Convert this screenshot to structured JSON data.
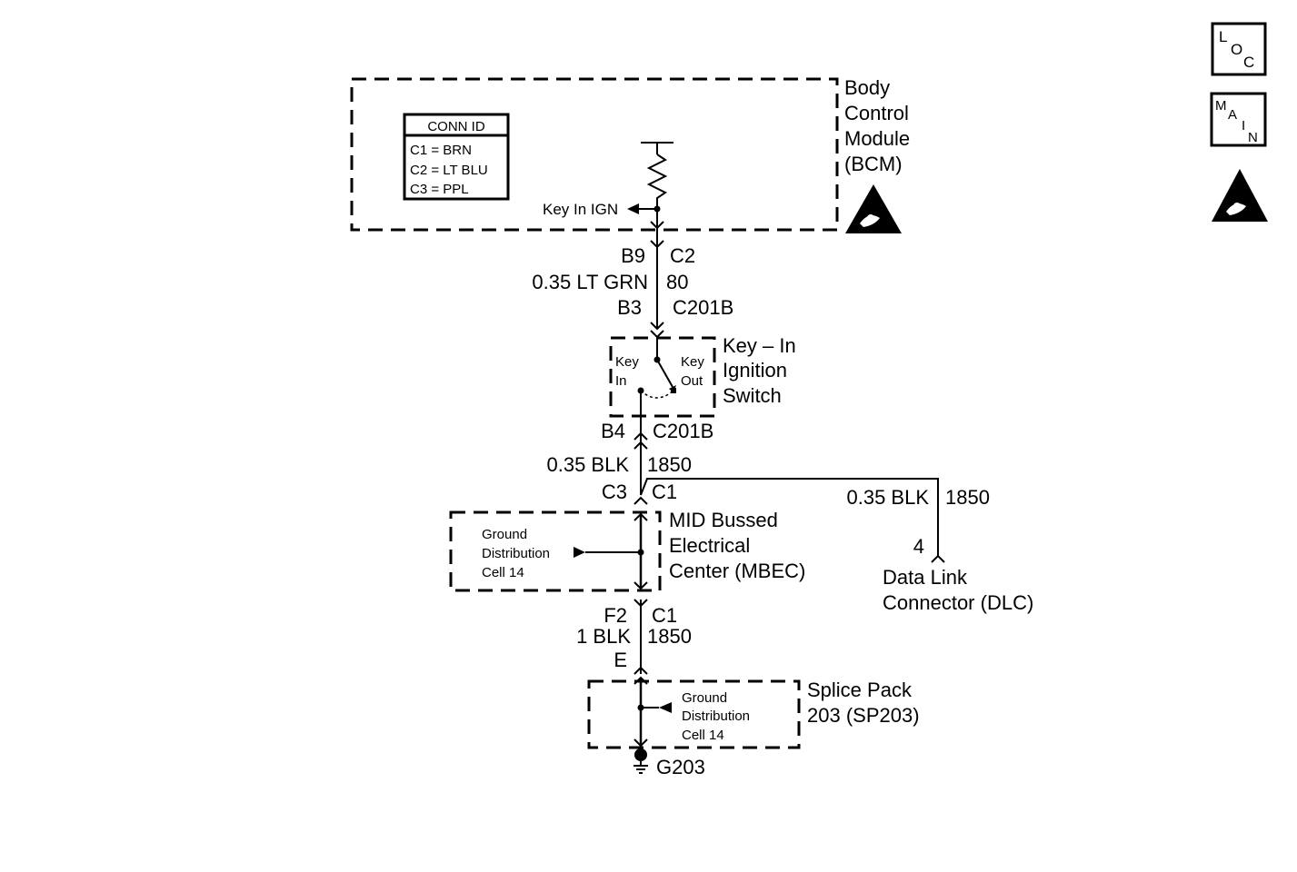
{
  "bcm": {
    "name_lines": [
      "Body",
      "Control",
      "Module",
      "(BCM)"
    ],
    "conn_id": {
      "title": "CONN ID",
      "rows": [
        "C1 = BRN",
        "C2 = LT BLU",
        "C3 = PPL"
      ]
    },
    "key_in_ign": "Key In IGN"
  },
  "wire_bcm_switch": {
    "pin_top_left": "B9",
    "pin_top_right": "C2",
    "wire_color": "0.35 LT GRN",
    "circuit": "80",
    "pin_bottom_left": "B3",
    "connector": "C201B"
  },
  "key_switch": {
    "name_lines": [
      "Key – In",
      "Ignition",
      "Switch"
    ],
    "label_key_in": [
      "Key",
      "In"
    ],
    "label_key_out": [
      "Key",
      "Out"
    ]
  },
  "wire_switch_mbec": {
    "pin_left": "B4",
    "connector": "C201B",
    "wire_color": "0.35 BLK",
    "circuit": "1850",
    "pin_c3": "C3",
    "pin_c1": "C1"
  },
  "dlc_branch": {
    "wire_color": "0.35 BLK",
    "circuit": "1850",
    "pin": "4",
    "name_lines": [
      "Data Link",
      "Connector (DLC)"
    ]
  },
  "mbec": {
    "name_lines": [
      "MID Bussed",
      "Electrical",
      "Center (MBEC)"
    ],
    "ground_ref_lines": [
      "Ground",
      "Distribution",
      "Cell 14"
    ]
  },
  "wire_mbec_splice": {
    "pin_left": "F2",
    "pin_right": "C1",
    "wire_color": "1 BLK",
    "circuit": "1850",
    "pin_bottom": "E"
  },
  "splice_pack": {
    "name_lines": [
      "Splice Pack",
      "203 (SP203)"
    ],
    "ground_ref_lines": [
      "Ground",
      "Distribution",
      "Cell 14"
    ]
  },
  "ground": {
    "label": "G203"
  },
  "side_icons": {
    "loc": [
      "L",
      "O",
      "C"
    ],
    "main": [
      "M",
      "A",
      "I",
      "N"
    ],
    "esd_icon": "esd-warning-icon"
  }
}
